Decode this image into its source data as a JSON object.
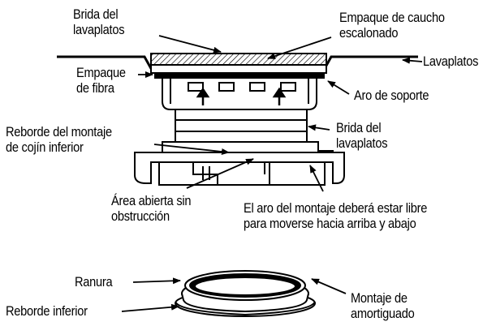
{
  "labels": {
    "brida_lavaplatos_top": [
      "Brida del",
      "lavaplatos"
    ],
    "empaque_caucho": [
      "Empaque de caucho",
      "escalonado"
    ],
    "lavaplatos": "Lavaplatos",
    "empaque_fibra": [
      "Empaque",
      "de fibra"
    ],
    "aro_soporte": "Aro de soporte",
    "reborde_montaje": [
      "Reborde del montaje",
      "de cojín inferior"
    ],
    "brida_lavaplatos_right": [
      "Brida del",
      "lavaplatos"
    ],
    "area_abierta": [
      "Área abierta sin",
      "obstrucción"
    ],
    "aro_montaje_note": [
      "El aro del montaje deberá estar libre",
      "para moverse hacia arriba y abajo"
    ],
    "ranura": "Ranura",
    "reborde_inferior": "Reborde inferior",
    "montaje_amortiguado": [
      "Montaje de",
      "amortiguado"
    ]
  },
  "colors": {
    "ink": "#000000",
    "background": "#ffffff"
  }
}
